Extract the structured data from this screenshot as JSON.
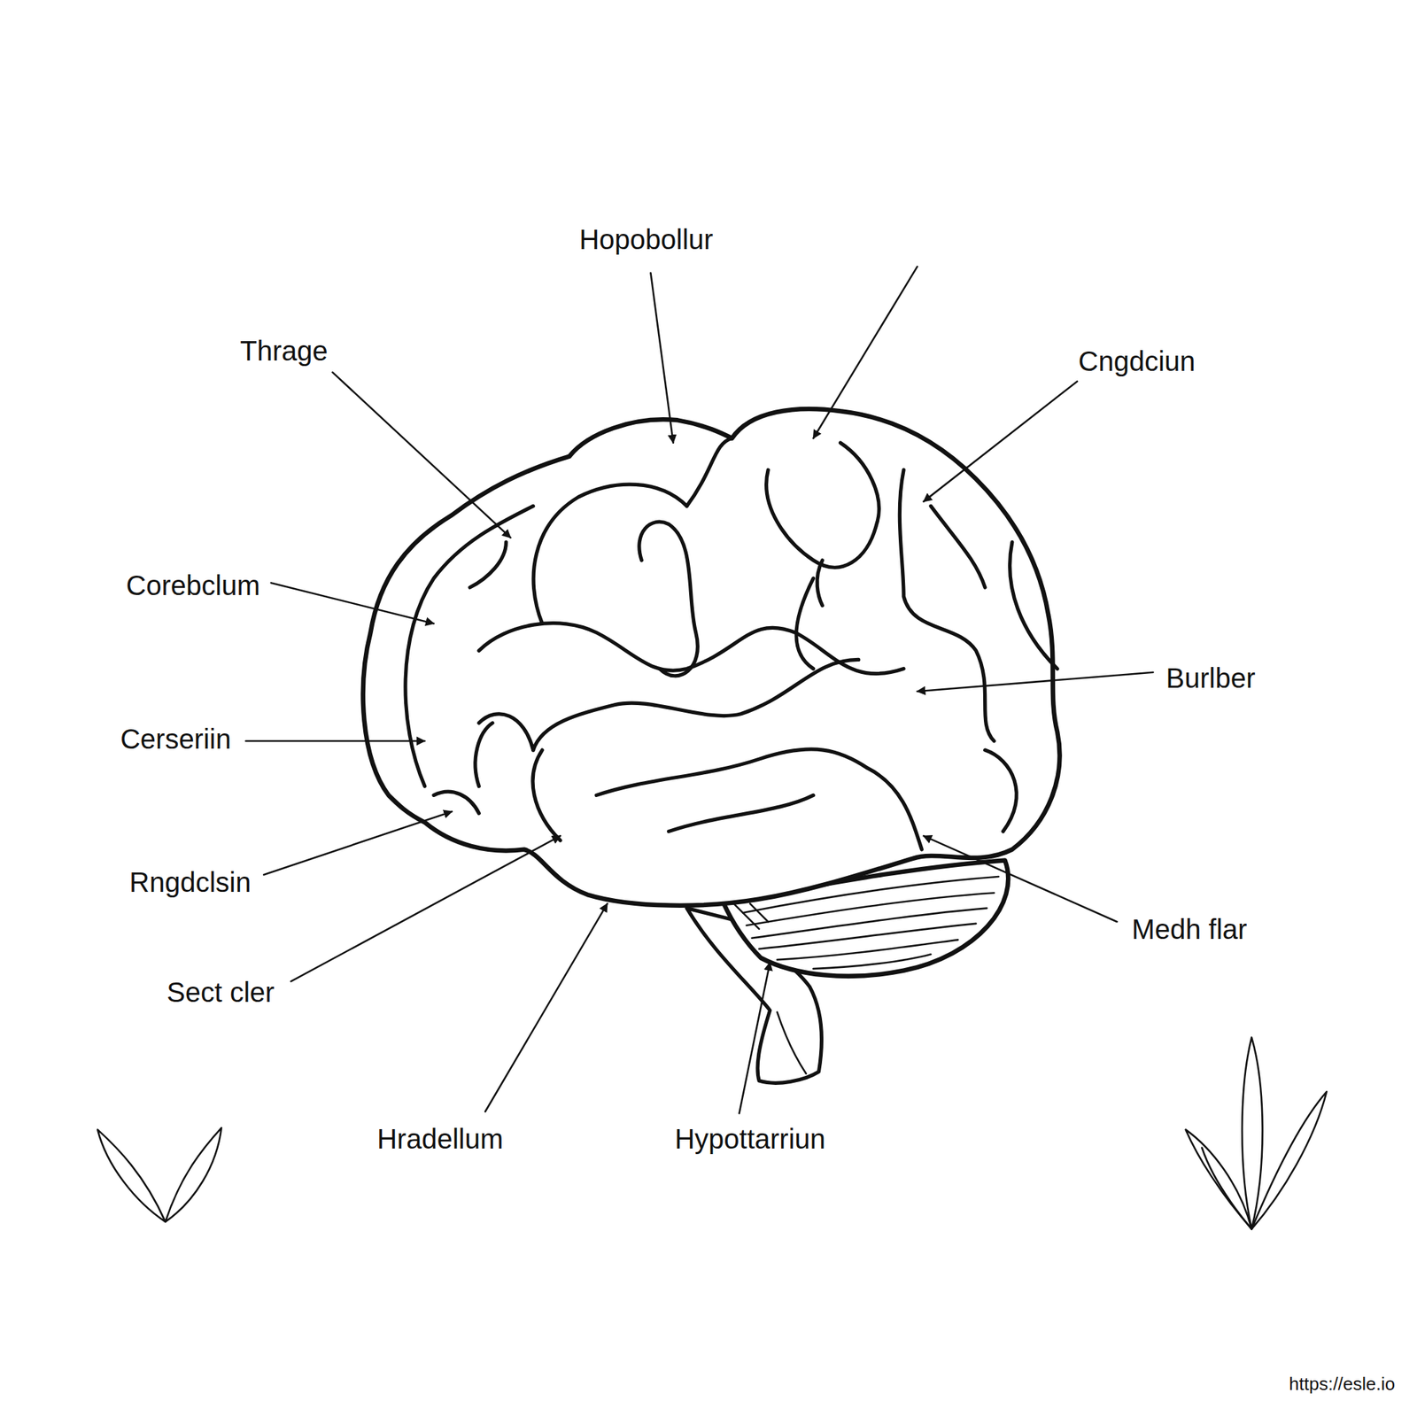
{
  "diagram": {
    "labels": [
      "Hopobollur",
      "Thrage",
      "Cngdciun",
      "Corebclum",
      "Burlber",
      "Cerseriin",
      "Rngdclsin",
      "Medh flar",
      "Sect cler",
      "Hradellum",
      "Hypottarriun",
      "https://esle.io"
    ]
  }
}
